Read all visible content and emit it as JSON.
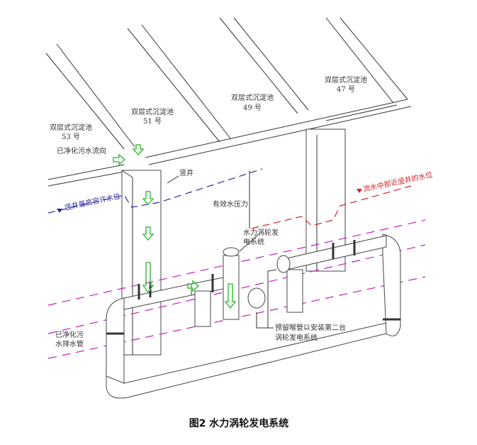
{
  "tanks": [
    {
      "name": "双层式沉淀池",
      "number": "53 号"
    },
    {
      "name": "双层式沉淀池",
      "number": "51 号"
    },
    {
      "name": "双层式沉淀池",
      "number": "49 号"
    },
    {
      "name": "双层式沉淀池",
      "number": "47 号"
    }
  ],
  "labels": {
    "flow_direction": "已净化污水流向",
    "shaft": "竖井",
    "shaft_max_level": "竖井最高容许水位",
    "effective_pressure": "有效水压力",
    "mid_flow_level": "流水中部近竖井的水位",
    "turbine_line1": "水力涡轮发",
    "turbine_line2": "电系统",
    "reserved_line1": "预留喉管以安装第二台",
    "reserved_line2": "涡轮发电系统",
    "drain_line1": "已净化污",
    "drain_line2": "水排水管"
  },
  "caption": "图2  水力涡轮发电系统",
  "colors": {
    "blue": "#2a2aa0",
    "red": "#d02020",
    "magenta": "#c020c0",
    "green": "#40c040"
  }
}
